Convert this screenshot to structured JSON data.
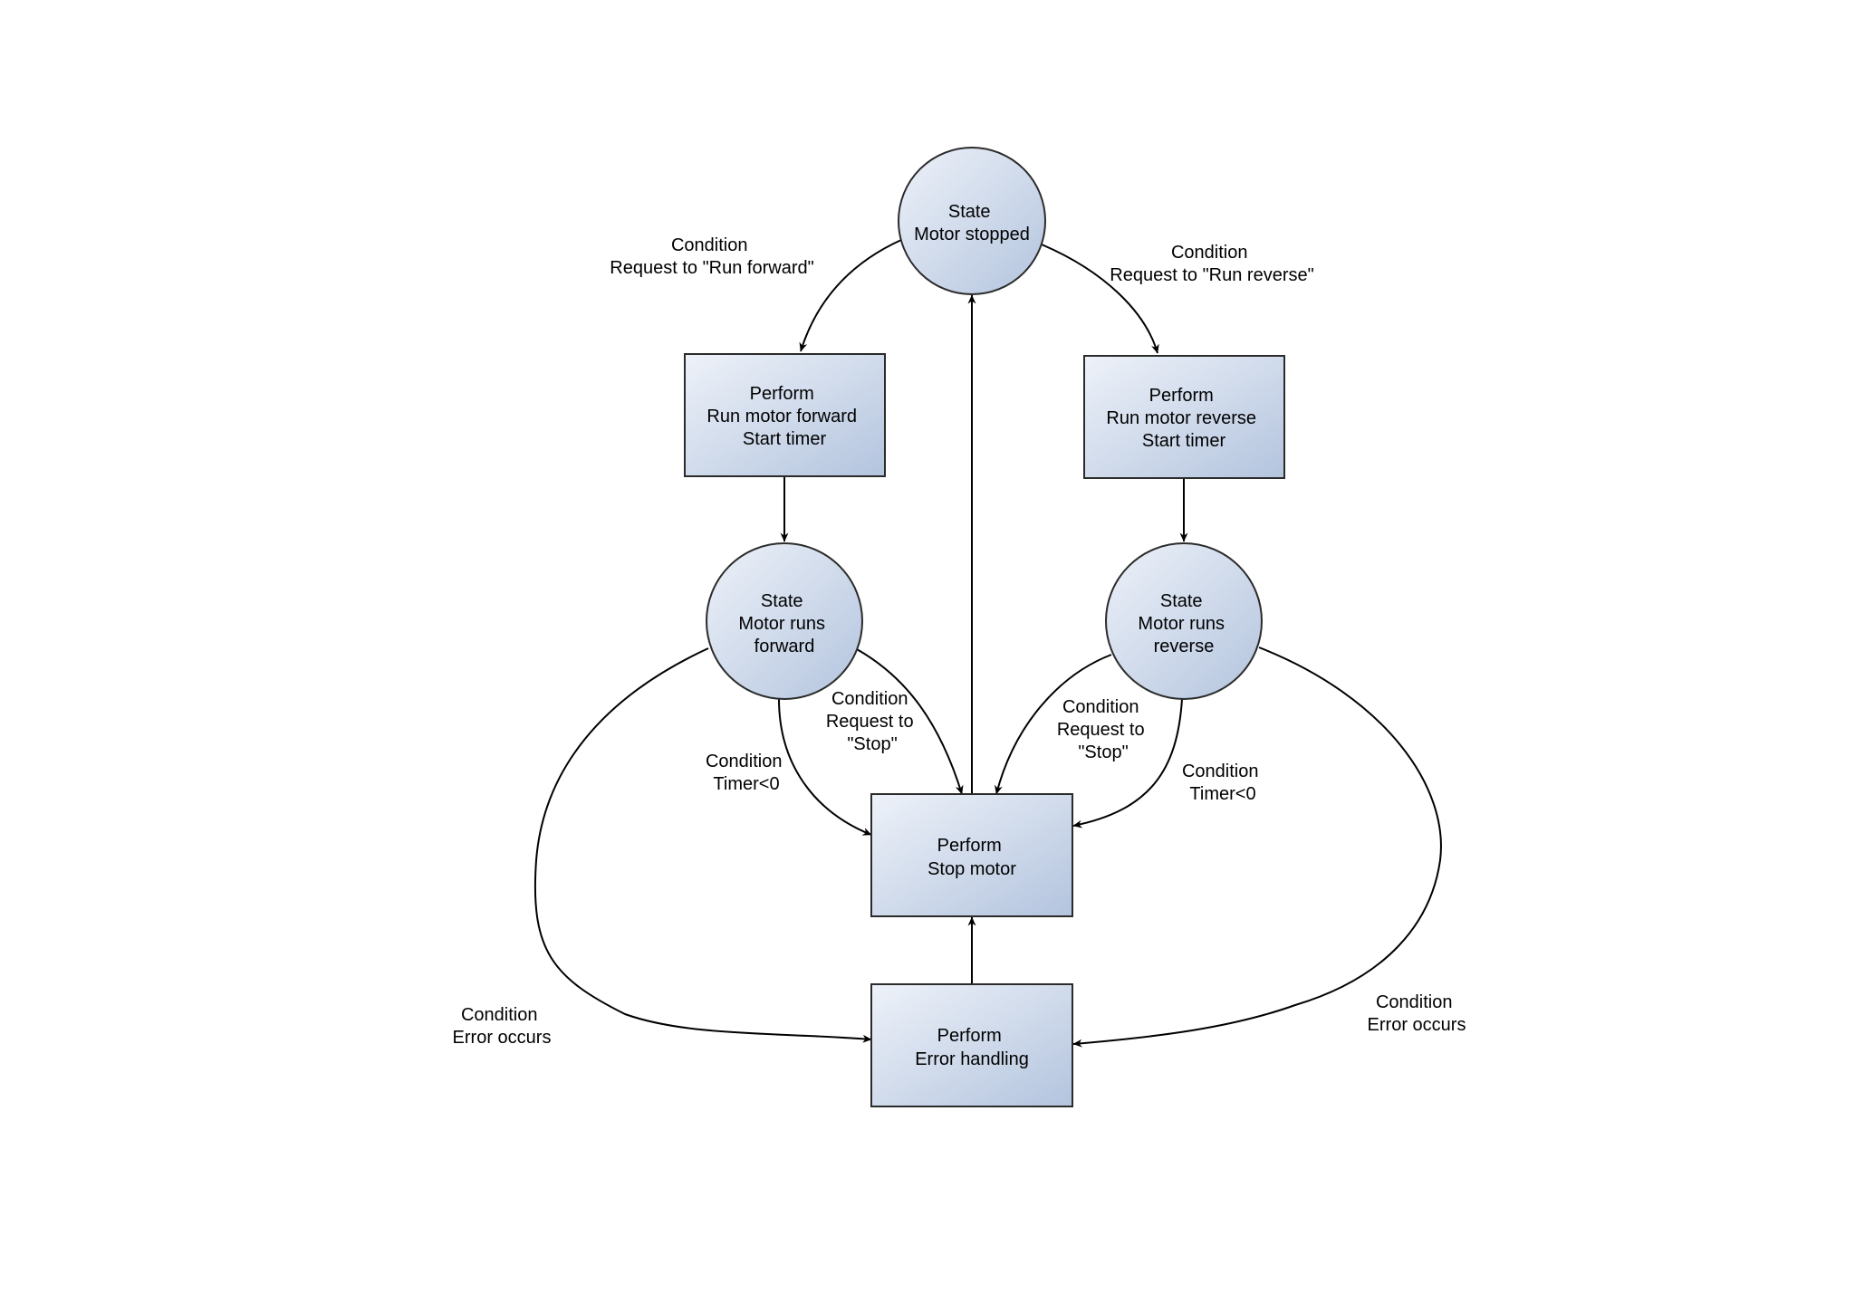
{
  "nodes": {
    "state_stopped": {
      "kind": "state",
      "lines": [
        "State",
        "Motor stopped"
      ]
    },
    "perform_forward": {
      "kind": "perform",
      "lines": [
        "Perform",
        "Run motor forward",
        "Start timer"
      ]
    },
    "perform_reverse": {
      "kind": "perform",
      "lines": [
        "Perform",
        "Run motor reverse",
        "Start timer"
      ]
    },
    "state_forward": {
      "kind": "state",
      "lines": [
        "State",
        "Motor runs",
        "forward"
      ]
    },
    "state_reverse": {
      "kind": "state",
      "lines": [
        "State",
        "Motor runs",
        "reverse"
      ]
    },
    "perform_stop": {
      "kind": "perform",
      "lines": [
        "Perform",
        "Stop motor"
      ]
    },
    "perform_error": {
      "kind": "perform",
      "lines": [
        "Perform",
        "Error handling"
      ]
    }
  },
  "edges": [
    {
      "id": "stopped-to-forward",
      "from": "state_stopped",
      "to": "perform_forward",
      "label": [
        "Condition",
        "Request to \"Run forward\""
      ]
    },
    {
      "id": "stopped-to-reverse",
      "from": "state_stopped",
      "to": "perform_reverse",
      "label": [
        "Condition",
        "Request to \"Run reverse\""
      ]
    },
    {
      "id": "pforward-to-sforward",
      "from": "perform_forward",
      "to": "state_forward",
      "label": []
    },
    {
      "id": "preverse-to-sreverse",
      "from": "perform_reverse",
      "to": "state_reverse",
      "label": []
    },
    {
      "id": "stop-to-stopped",
      "from": "perform_stop",
      "to": "state_stopped",
      "label": []
    },
    {
      "id": "forward-stop-request",
      "from": "state_forward",
      "to": "perform_stop",
      "label": [
        "Condition",
        "Request to",
        "\"Stop\""
      ]
    },
    {
      "id": "forward-timer",
      "from": "state_forward",
      "to": "perform_stop",
      "label": [
        "Condition",
        "Timer<0"
      ]
    },
    {
      "id": "reverse-stop-request",
      "from": "state_reverse",
      "to": "perform_stop",
      "label": [
        "Condition",
        "Request to",
        "\"Stop\""
      ]
    },
    {
      "id": "reverse-timer",
      "from": "state_reverse",
      "to": "perform_stop",
      "label": [
        "Condition",
        "Timer<0"
      ]
    },
    {
      "id": "forward-error",
      "from": "state_forward",
      "to": "perform_error",
      "label": [
        "Condition",
        "Error occurs"
      ]
    },
    {
      "id": "reverse-error",
      "from": "state_reverse",
      "to": "perform_error",
      "label": [
        "Condition",
        "Error occurs"
      ]
    },
    {
      "id": "error-to-stop",
      "from": "perform_error",
      "to": "perform_stop",
      "label": []
    }
  ],
  "colors": {
    "fill_light": "#eef2f9",
    "fill_dark": "#b3c4de",
    "stroke": "#2b2b2b",
    "arrow": "#000000"
  }
}
